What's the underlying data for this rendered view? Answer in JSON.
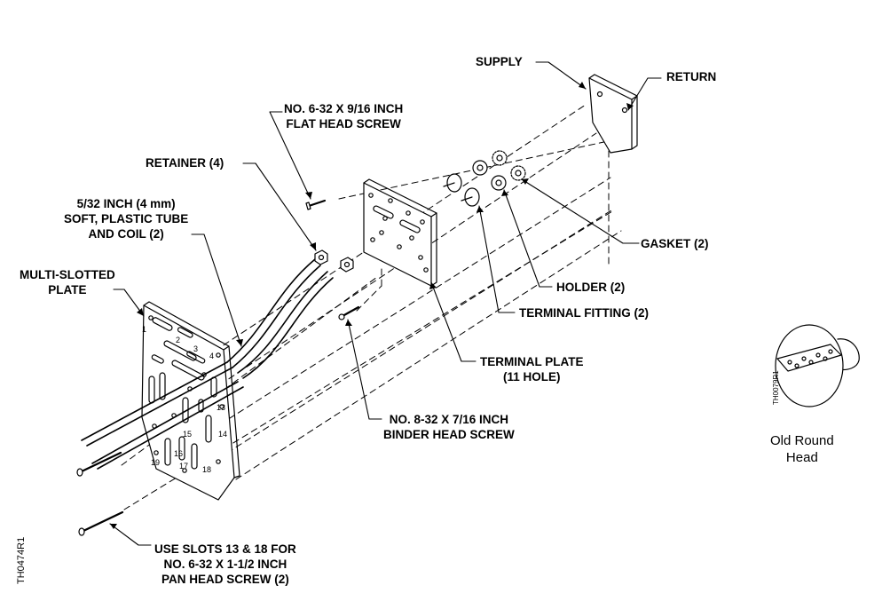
{
  "labels": {
    "supply": "SUPPLY",
    "return": "RETURN",
    "flat_head_screw": [
      "NO. 6-32 X 9/16 INCH",
      "FLAT HEAD SCREW"
    ],
    "retainer": "RETAINER (4)",
    "plastic_tube": [
      "5/32 INCH (4 mm)",
      "SOFT, PLASTIC TUBE",
      "AND COIL (2)"
    ],
    "multi_slotted_plate": [
      "MULTI-SLOTTED",
      "PLATE"
    ],
    "gasket": "GASKET (2)",
    "holder": "HOLDER (2)",
    "terminal_fitting": "TERMINAL FITTING (2)",
    "terminal_plate": [
      "TERMINAL PLATE",
      "(11 HOLE)"
    ],
    "binder_head_screw": [
      "NO. 8-32 X 7/16 INCH",
      "BINDER HEAD SCREW"
    ],
    "pan_head_screw": [
      "USE SLOTS 13 & 18 FOR",
      "NO. 6-32 X 1-1/2 INCH",
      "PAN HEAD SCREW (2)"
    ]
  },
  "plate_numbers": [
    "1",
    "2",
    "3",
    "4",
    "13",
    "14",
    "15",
    "16",
    "17",
    "18",
    "19"
  ],
  "inset": {
    "caption": [
      "Old Round",
      "Head"
    ],
    "ref": "TH0079R1"
  },
  "figure_ref": "TH0474R1"
}
